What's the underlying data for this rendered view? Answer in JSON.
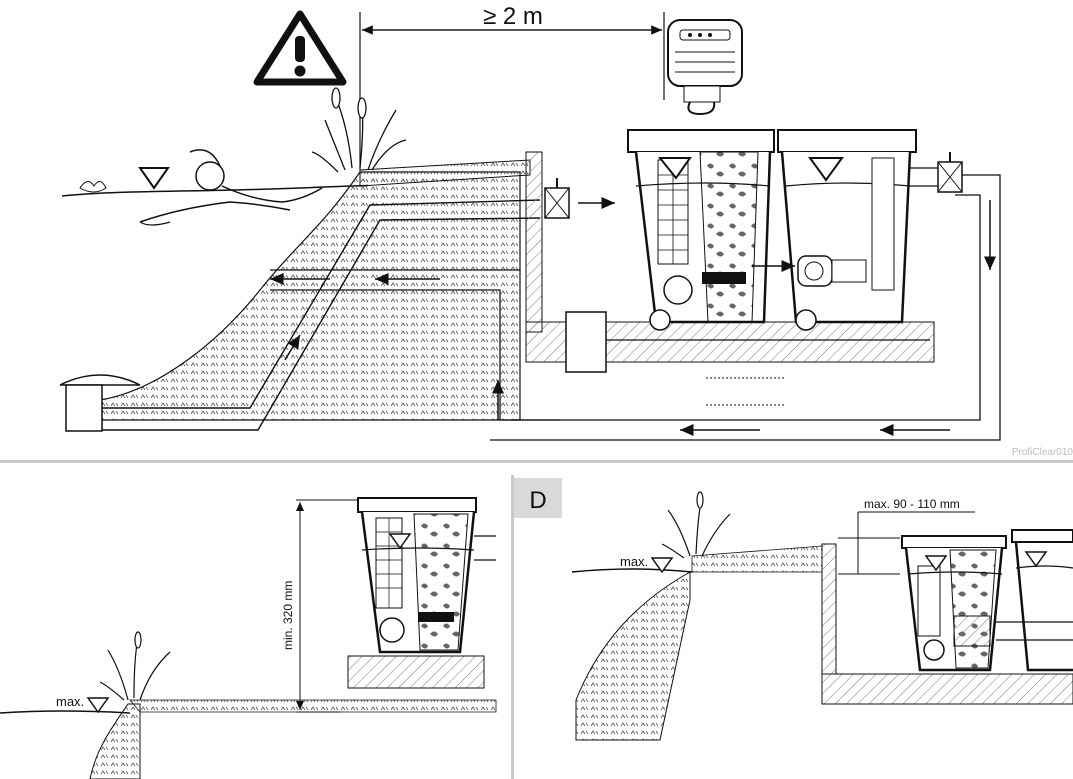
{
  "top": {
    "distance_label": "≥ 2 m",
    "image_code": "ProfiClear010"
  },
  "bottom_left": {
    "height_label": "min. 320 mm",
    "water_level_label": "max."
  },
  "bottom_right": {
    "panel_letter": "D",
    "depth_label": "max. 90 - 110 mm",
    "water_level_label": "max."
  },
  "colors": {
    "line": "#222222",
    "divider": "#c8c8c8",
    "hatch": "#8a8a8a",
    "filter_fill": "#ffffff",
    "panel_tag": "#d9d9d9"
  },
  "icons": [
    "warning-icon",
    "control-unit-icon",
    "water-level-icon",
    "reed-plant-icon",
    "lily-icon",
    "swimmer-icon"
  ]
}
